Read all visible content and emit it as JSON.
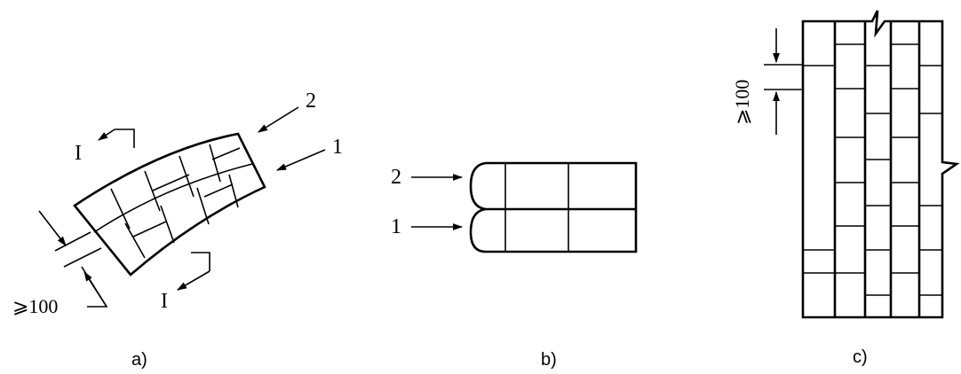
{
  "panels": {
    "a": {
      "caption": "a)",
      "label_section": "I",
      "label_1": "1",
      "label_2": "2",
      "dimension": "⩾100"
    },
    "b": {
      "caption": "b)",
      "label_1": "1",
      "label_2": "2"
    },
    "c": {
      "caption": "c)",
      "dimension": "⩾100"
    }
  }
}
